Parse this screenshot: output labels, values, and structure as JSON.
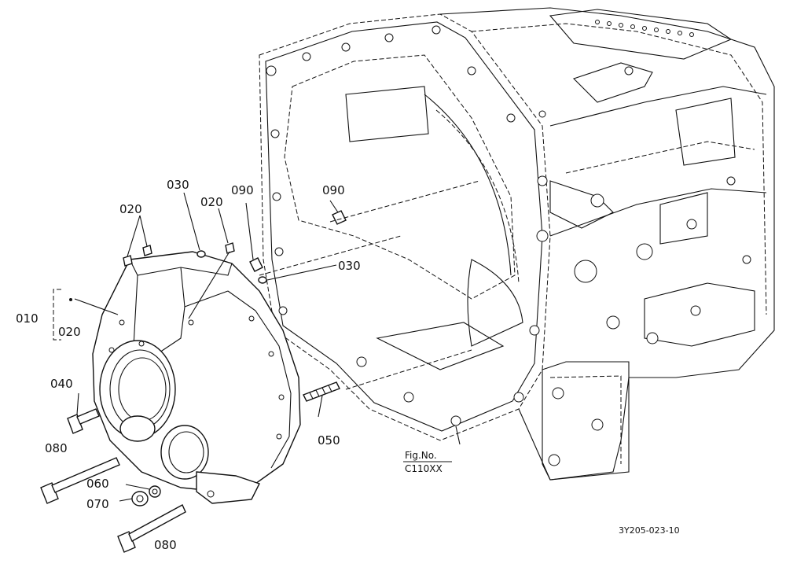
{
  "callouts": {
    "c010": "010",
    "c020_bracket": "020",
    "c020_left": "020",
    "c020_right": "020",
    "c030_top": "030",
    "c030_mid": "030",
    "c040": "040",
    "c050": "050",
    "c060": "060",
    "c070": "070",
    "c080_top": "080",
    "c080_bottom": "080",
    "c090_left": "090",
    "c090_right": "090"
  },
  "fig_ref": {
    "line1": "Fig.No.",
    "line2": "C110XX"
  },
  "drawing_code": "3Y205-023-10"
}
